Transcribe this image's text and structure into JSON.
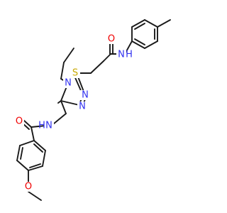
{
  "colors": {
    "bond": "#1a1a1a",
    "background": "#ffffff",
    "N": "#3030f0",
    "O": "#f00000",
    "S": "#c8a800"
  },
  "atom_labels": {
    "amide_nh_top": "N",
    "amide_h_top": "H",
    "amide_o_top": "O",
    "sulfur": "S",
    "triazole_n4": "N",
    "triazole_n2": "N",
    "triazole_n1": "N",
    "amide_nh_left": "N",
    "amide_h_left": "H",
    "amide_o_left": "O",
    "methoxy_o": "O"
  }
}
